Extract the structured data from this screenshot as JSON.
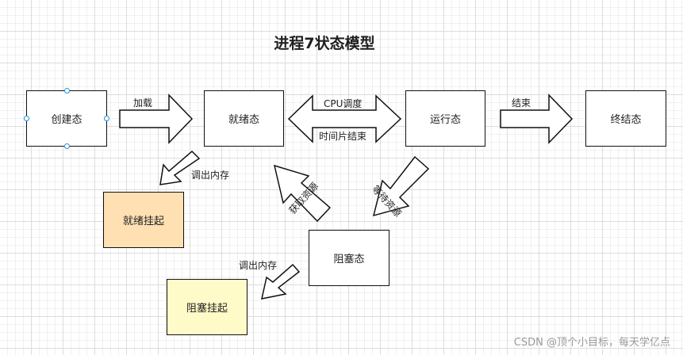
{
  "diagram": {
    "title": "进程7状态模型",
    "states": {
      "create": "创建态",
      "ready": "就绪态",
      "running": "运行态",
      "terminated": "终结态",
      "ready_suspended": "就绪挂起",
      "blocked": "阻塞态",
      "blocked_suspended": "阻塞挂起"
    },
    "colors": {
      "ready_suspended_fill": "#ffe0b3",
      "blocked_suspended_fill": "#fffbc8",
      "selection_handle": "#2b8fd6"
    },
    "transitions": {
      "load": "加载",
      "cpu_schedule": "CPU调度",
      "time_slice_end": "时间片结束",
      "finish": "结束",
      "swap_out_ready": "调出内存",
      "wait_resource": "等待资源",
      "get_resource": "获取资源",
      "swap_out_blocked": "调出内存"
    }
  },
  "watermark": "CSDN @顶个小目标，每天学亿点"
}
